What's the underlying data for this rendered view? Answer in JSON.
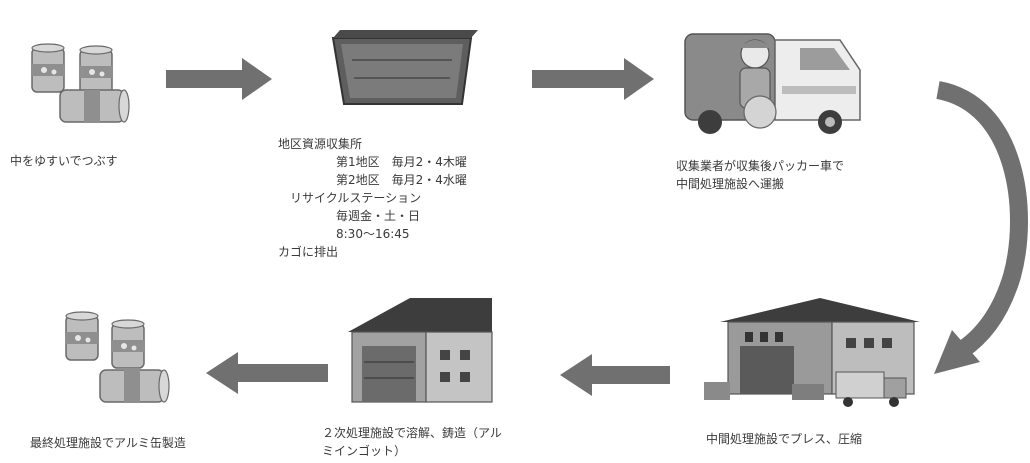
{
  "steps": {
    "crush": {
      "label": "中をゆすいでつぶす",
      "icon": "cans-icon"
    },
    "collection": {
      "title": "地区資源収集所",
      "schedule": [
        "第1地区　毎月2・4木曜",
        "第2地区　毎月2・4水曜"
      ],
      "station_title": "リサイクルステーション",
      "station_schedule": [
        "毎週金・土・日",
        "8:30〜16:45"
      ],
      "note": "カゴに排出",
      "icon": "basket-icon"
    },
    "transport": {
      "lines": [
        "収集業者が収集後パッカー車で",
        "中間処理施設へ運搬"
      ],
      "icon": "garbage-truck-icon"
    },
    "press": {
      "label": "中間処理施設でプレス、圧縮",
      "icon": "processing-facility-icon"
    },
    "smelt": {
      "lines": [
        "２次処理施設で溶解、鋳造（アル",
        "ミインゴット）"
      ],
      "icon": "smelting-facility-icon"
    },
    "final": {
      "label": "最終処理施設でアルミ缶製造",
      "icon": "cans-icon"
    }
  },
  "colors": {
    "arrow": "#707070",
    "icon_dark": "#4a4a4a",
    "icon_mid": "#8c8c8c",
    "icon_light": "#c8c8c8"
  }
}
